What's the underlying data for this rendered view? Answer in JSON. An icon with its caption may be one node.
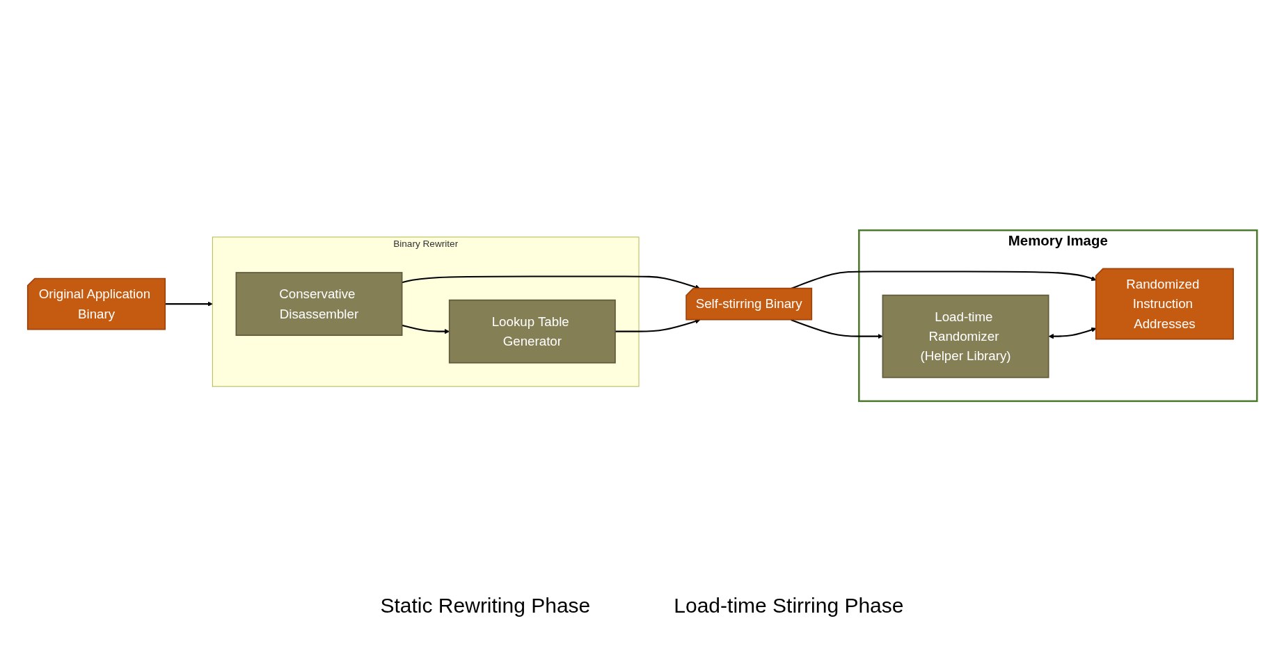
{
  "diagram": {
    "nodes": [
      {
        "text": [
          "Original Application Binary"
        ]
      },
      {
        "text": [
          "Binary Rewriter"
        ]
      },
      {
        "text": [
          "Conservative Disassembler"
        ],
        "in": 1
      },
      {
        "text": [
          "Lookup Table Generator"
        ],
        "in": 1
      },
      {
        "text": [
          "Self-stirring Binary"
        ]
      },
      {
        "text": [
          "Memory Image"
        ]
      },
      {
        "text": [
          "Load-time Randomizer (Helper Library)"
        ],
        "in": 5
      },
      {
        "text": [
          "Randomized Instruction Addresses"
        ],
        "in": 5
      }
    ],
    "edges": [
      {
        "from": 0,
        "to": 1,
        "arrow": "to"
      },
      {
        "from": 2,
        "to": 3,
        "arrow": "to"
      },
      {
        "from": 2,
        "to": 4,
        "arrow": "to"
      },
      {
        "from": 3,
        "to": 4,
        "arrow": "to"
      },
      {
        "from": 4,
        "to": 6,
        "arrow": "to"
      },
      {
        "from": 4,
        "to": 7,
        "arrow": "to"
      },
      {
        "from": 6,
        "to": 7,
        "arrow": "both"
      }
    ],
    "labels": [
      "Static Rewriting Phase",
      "Load-time Stirring Phase"
    ]
  }
}
